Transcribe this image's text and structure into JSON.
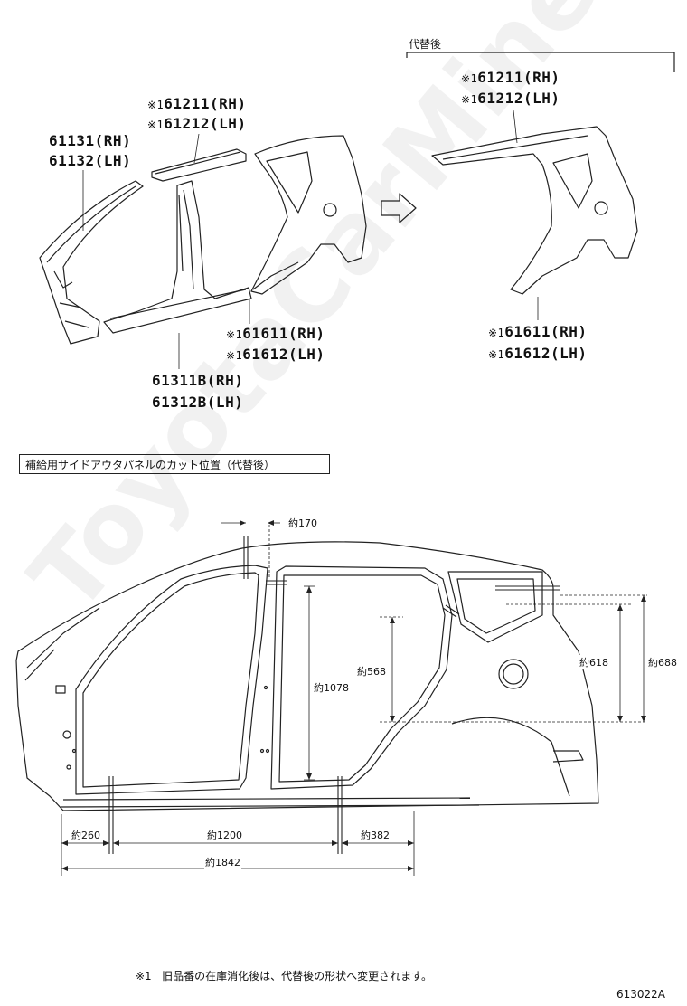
{
  "top_left": {
    "labels": [
      {
        "id": "pn_61131",
        "text": "61131(RH)"
      },
      {
        "id": "pn_61132",
        "text": "61132(LH)"
      },
      {
        "id": "pn_61211",
        "text": "61211(RH)",
        "mark": "※1"
      },
      {
        "id": "pn_61212",
        "text": "61212(LH)",
        "mark": "※1"
      },
      {
        "id": "pn_61611",
        "text": "61611(RH)",
        "mark": "※1"
      },
      {
        "id": "pn_61612",
        "text": "61612(LH)",
        "mark": "※1"
      },
      {
        "id": "pn_61311",
        "text": "61311B(RH)"
      },
      {
        "id": "pn_61312",
        "text": "61312B(LH)"
      }
    ]
  },
  "top_right": {
    "header": "代替後",
    "labels": [
      {
        "id": "r_61211",
        "text": "61211(RH)",
        "mark": "※1"
      },
      {
        "id": "r_61212",
        "text": "61212(LH)",
        "mark": "※1"
      },
      {
        "id": "r_61611",
        "text": "61611(RH)",
        "mark": "※1"
      },
      {
        "id": "r_61612",
        "text": "61612(LH)",
        "mark": "※1"
      }
    ]
  },
  "caption": "補給用サイドアウタパネルのカット位置（代替後）",
  "dimensions": {
    "d170": "約170",
    "d1078": "約1078",
    "d568": "約568",
    "d618": "約618",
    "d688": "約688",
    "d260": "約260",
    "d1200": "約1200",
    "d382": "約382",
    "d1842": "約1842"
  },
  "footnote": {
    "mark": "※1",
    "text": "旧品番の在庫消化後は、代替後の形状へ変更されます。"
  },
  "figure_id": "613022A",
  "watermark": "ToyotaCarMine.ru"
}
